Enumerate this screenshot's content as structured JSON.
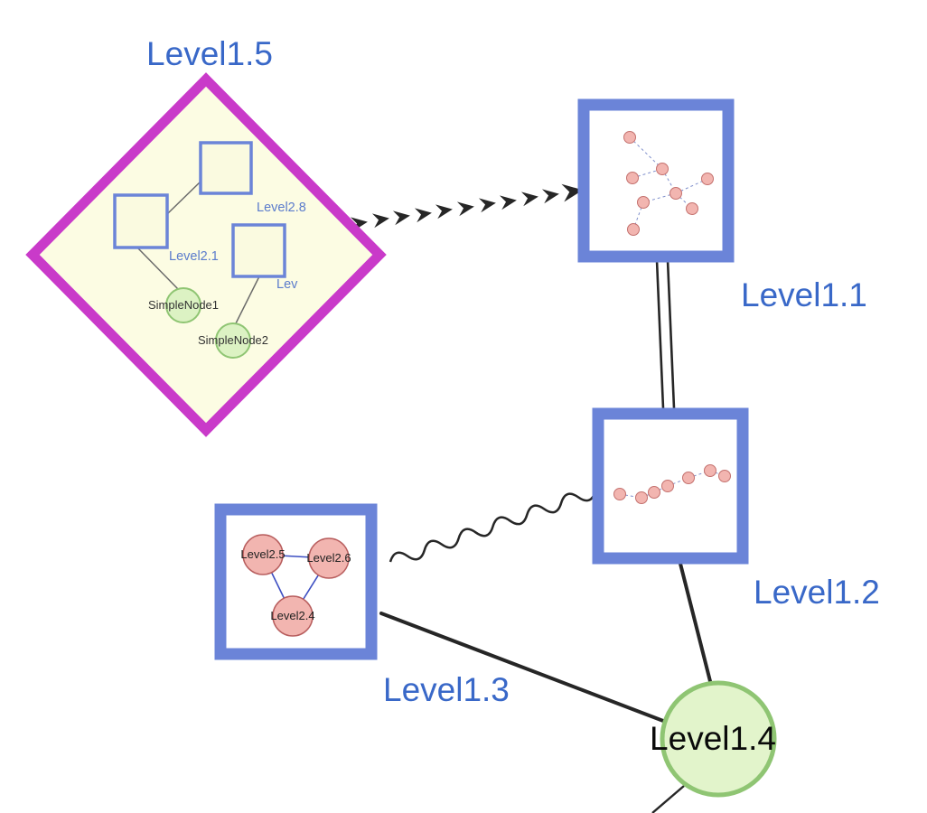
{
  "diagram": {
    "labels": {
      "level15": "Level1.5",
      "level11": "Level1.1",
      "level12": "Level1.2",
      "level13": "Level1.3",
      "level14": "Level1.4"
    },
    "level15_children": {
      "square_top": "Level2.8",
      "square_left": "Level2.1",
      "square_right": "Lev",
      "green1": "SimpleNode1",
      "green2": "SimpleNode2"
    },
    "level13_children": {
      "top_left": "Level2.5",
      "top_right": "Level2.6",
      "bottom": "Level2.4"
    },
    "colors": {
      "label_blue": "#3968c8",
      "diamond_border": "#c93ac9",
      "diamond_fill": "#fcfce3",
      "group_border_blue": "#6b84d8",
      "green_fill": "#e2f4cb",
      "green_border": "#8fc573",
      "pink_fill": "#f2b5b0",
      "pink_border": "#c0605c",
      "edge_black": "#262626",
      "inner_edge_blue": "#3c4ec2"
    },
    "edges": {
      "level15_level11": "dashed-arrow",
      "level11_level12": "double-line",
      "level13_level12": "wavy",
      "level13_level14": "line",
      "level12_level14": "line"
    }
  }
}
